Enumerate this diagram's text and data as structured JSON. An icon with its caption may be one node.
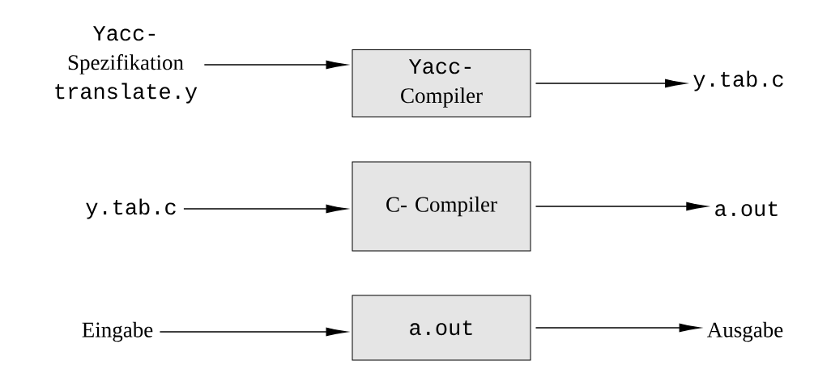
{
  "diagram": {
    "nodes": [
      {
        "text": [
          "Yacc-",
          "Spezifikation",
          "translate.y"
        ]
      },
      {
        "text": [
          "Yacc-",
          "Compiler"
        ]
      },
      {
        "text": [
          "y.tab.c"
        ]
      },
      {
        "text": [
          "y.tab.c"
        ]
      },
      {
        "text": [
          "C- Compiler"
        ]
      },
      {
        "text": [
          "a.out"
        ]
      },
      {
        "text": [
          "Eingabe"
        ]
      },
      {
        "text": [
          "a.out"
        ]
      },
      {
        "text": [
          "Ausgabe"
        ]
      }
    ],
    "edges": [
      {
        "from": 0,
        "to": 1,
        "arrow": "to"
      },
      {
        "from": 1,
        "to": 2,
        "arrow": "to"
      },
      {
        "from": 3,
        "to": 4,
        "arrow": "to"
      },
      {
        "from": 4,
        "to": 5,
        "arrow": "to"
      },
      {
        "from": 6,
        "to": 7,
        "arrow": "to"
      },
      {
        "from": 7,
        "to": 8,
        "arrow": "to"
      }
    ]
  }
}
